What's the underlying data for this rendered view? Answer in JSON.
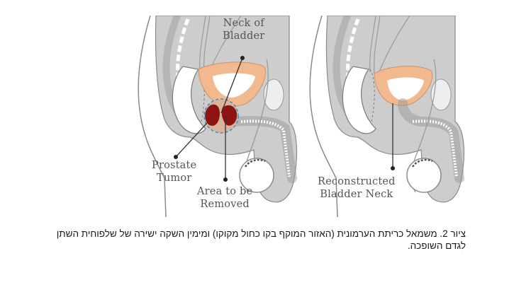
{
  "figure": {
    "left_panel": {
      "labels": {
        "neck_of_bladder": [
          "Neck of",
          "Bladder"
        ],
        "prostate_tumor": [
          "Prostate",
          "Tumor"
        ],
        "area_to_be_removed": [
          "Area to be",
          "Removed"
        ]
      },
      "illustration": "sagittal-pelvis-with-prostate-tumor"
    },
    "right_panel": {
      "labels": {
        "reconstructed_bladder_neck": [
          "Reconstructed",
          "Bladder Neck"
        ]
      },
      "illustration": "sagittal-pelvis-after-prostatectomy"
    },
    "colors": {
      "tissue": "#c8c8c8",
      "outline": "#8a8a8a",
      "bladder": "#f2b98f",
      "tumor": "#8e1414",
      "removal_outline": "#3a8fc8",
      "pointer": "#333333",
      "label_text": "#555555"
    }
  },
  "caption": {
    "line1": "ציור 2. משמאל כריתת הערמונית (האזור המוקף בקו כחול מקוקו) ומימין השקה ישירה של שלפוחית השתן",
    "line2": "לגדם השופכה."
  }
}
